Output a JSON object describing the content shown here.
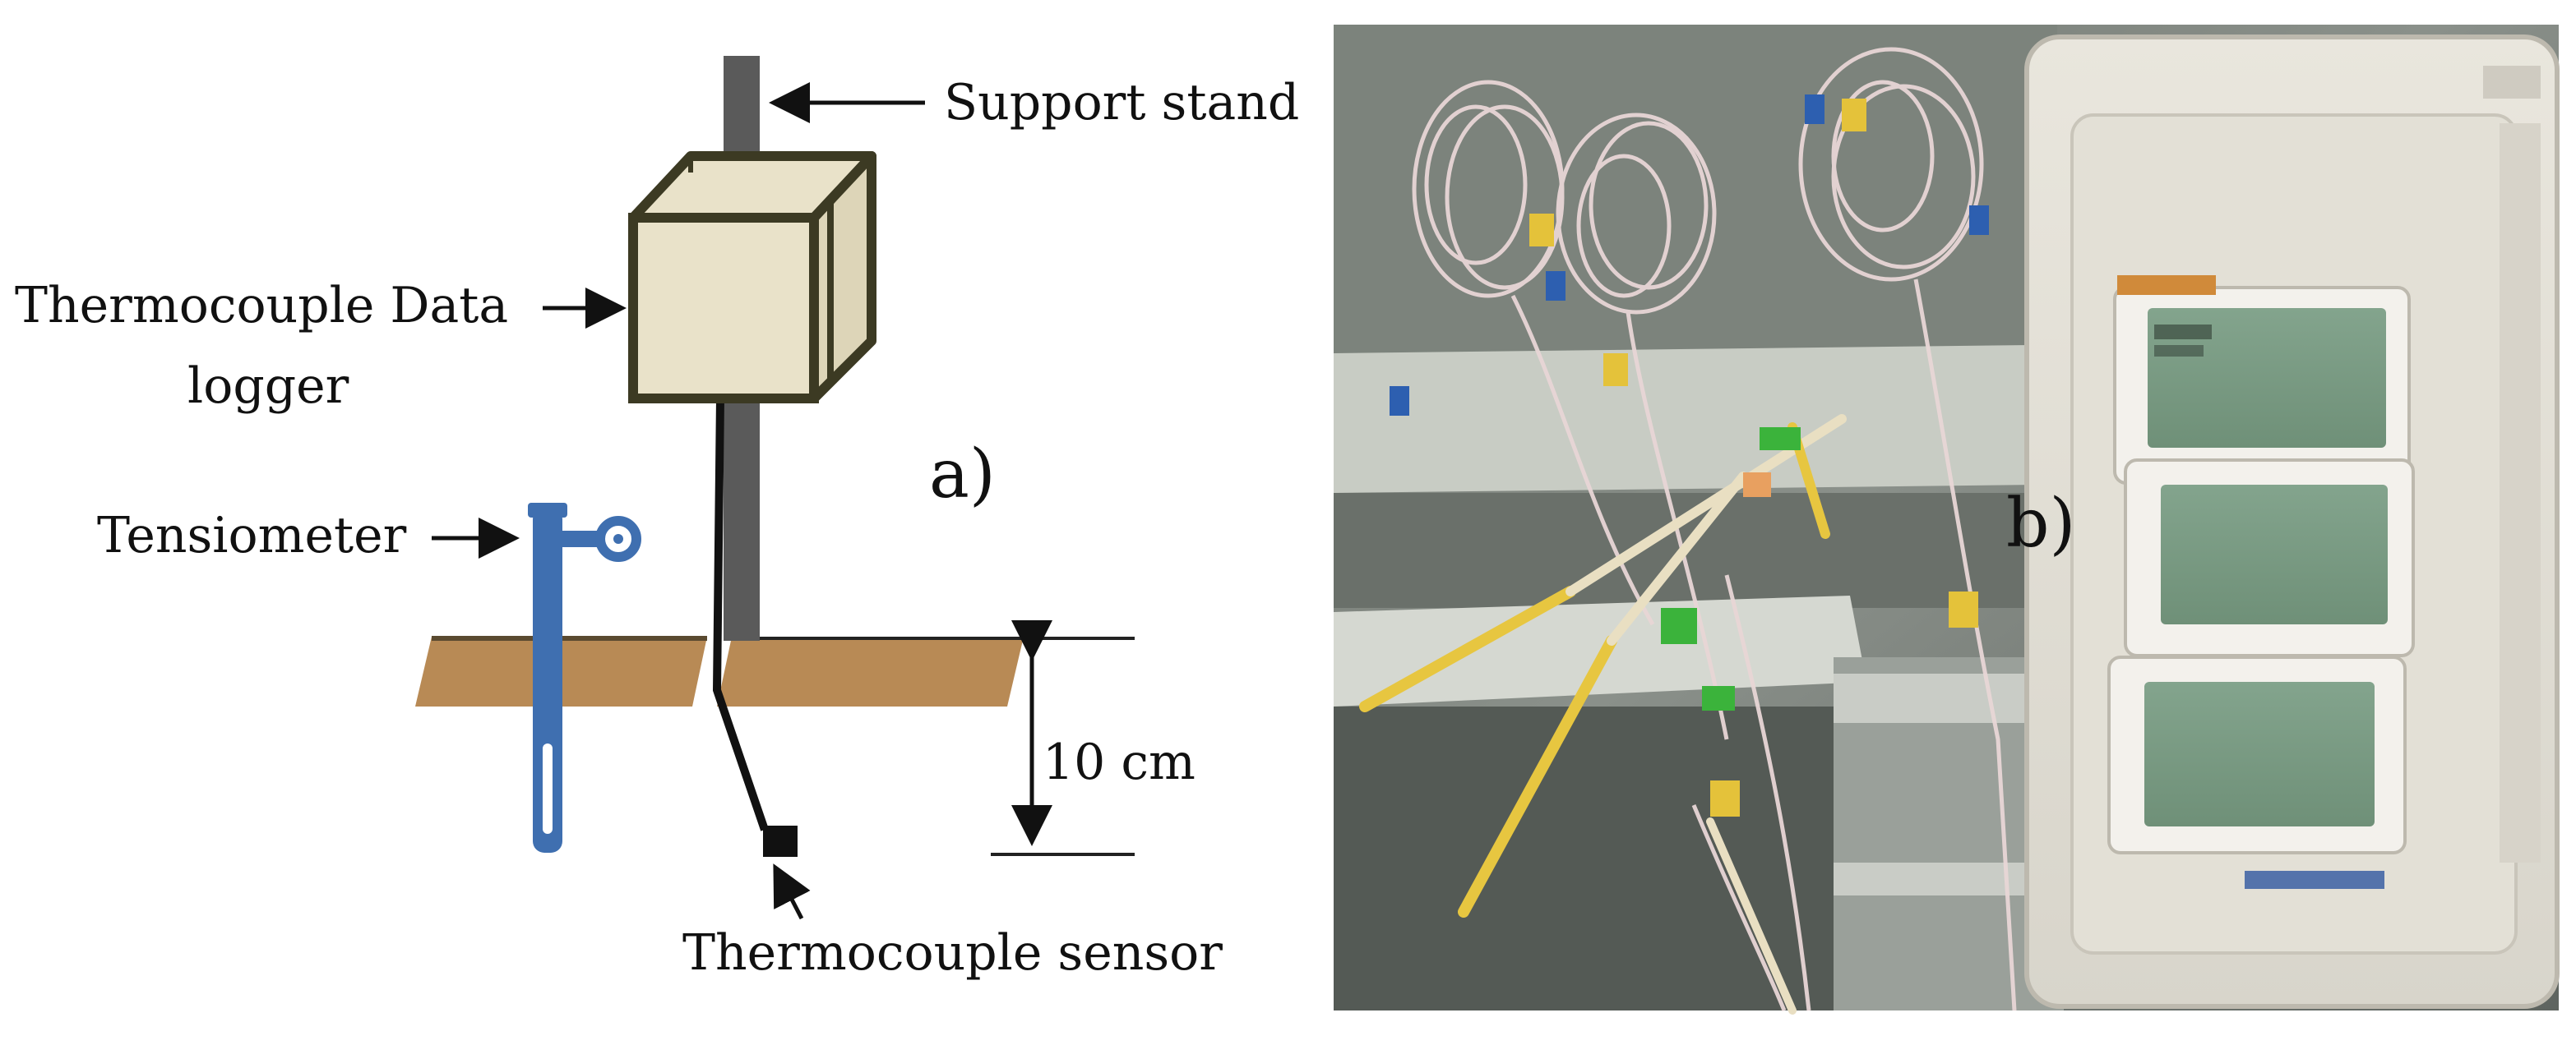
{
  "panel_a": {
    "panel_label": "a)",
    "labels": {
      "support_stand": "Support stand",
      "data_logger_line1": "Thermocouple Data",
      "data_logger_line2": "logger",
      "tensiometer": "Tensiometer",
      "depth": "10 cm",
      "sensor": "Thermocouple sensor"
    },
    "colors": {
      "stand": "#5a5a5a",
      "logger_face": "#e9e2c9",
      "logger_edge": "#3c3a23",
      "soil": "#b88a55",
      "tensiometer": "#3f6fb0"
    }
  },
  "panel_b": {
    "panel_label": "b)",
    "photo_subject": "thermocouple data logger units with wires"
  }
}
